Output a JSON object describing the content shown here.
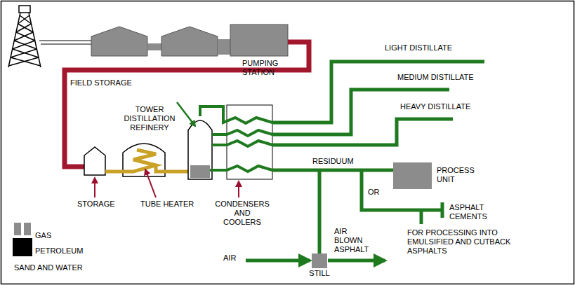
{
  "diagram": {
    "nodes": [
      {
        "text": [
          "PROCESS UNIT"
        ]
      },
      {
        "text": [
          "STILL"
        ]
      }
    ],
    "labels": [
      "LIGHT DISTILLATE",
      "MEDIUM DISTILLATE",
      "HEAVY DISTILLATE",
      "FIELD STORAGE",
      "PUMPING STATION",
      "TOWER DISTILLATION REFINERY",
      "RESIDUUM",
      "OR",
      "STORAGE",
      "TUBE HEATER",
      "CONDENSERS AND COOLERS",
      "ASPHALT CEMENTS",
      "FOR PROCESSING INTO EMULSIFIED AND CUTBACK ASPHALTS",
      "AIR BLOWN ASPHALT",
      "AIR"
    ],
    "legend": [
      {
        "text": "GAS",
        "color": "#8c8c8c"
      },
      {
        "text": "PETROLEUM",
        "color": "#000000"
      },
      {
        "text": "SAND AND WATER",
        "color": "#ffffff"
      }
    ]
  }
}
